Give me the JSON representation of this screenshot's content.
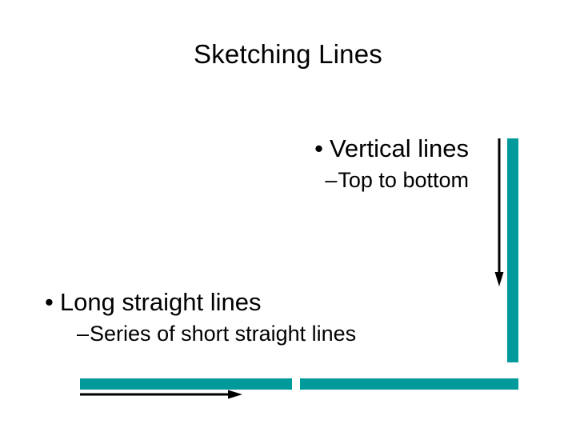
{
  "slide": {
    "title": "Sketching Lines",
    "background_color": "#FFFFFF",
    "text_color": "#000000",
    "accent_color": "#009A9A"
  },
  "blocks": [
    {
      "id": "vertical-lines",
      "alignment": "right",
      "level1": {
        "marker": "•",
        "text": "Vertical lines"
      },
      "level2": {
        "marker": "–",
        "text": "Top to bottom"
      }
    },
    {
      "id": "long-straight-lines",
      "alignment": "left",
      "level1": {
        "marker": "•",
        "text": "Long straight lines"
      },
      "level2": {
        "marker": "–",
        "text": "Series of short straight lines"
      }
    }
  ],
  "graphics": {
    "vertical_bar": {
      "name": "vertical teal bar",
      "color": "#009A9A"
    },
    "horizontal_bar_left": {
      "name": "left horizontal teal bar",
      "color": "#009A9A"
    },
    "horizontal_bar_right": {
      "name": "right horizontal teal bar",
      "color": "#009A9A"
    },
    "down_arrow": {
      "name": "downward direction arrow",
      "color": "#000000"
    },
    "right_arrow": {
      "name": "rightward direction arrow",
      "color": "#000000"
    }
  }
}
